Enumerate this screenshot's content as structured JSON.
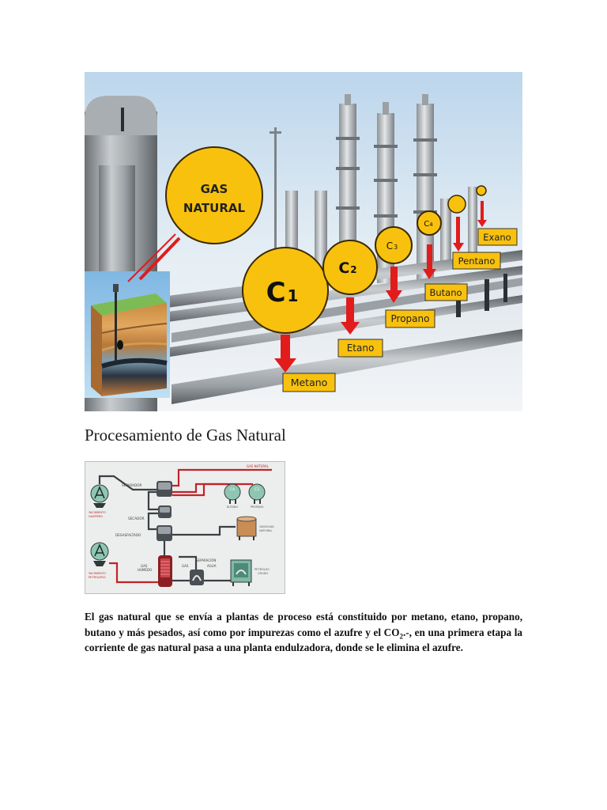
{
  "document": {
    "title": "Procesamiento de Gas Natural",
    "body_text_part1": "El gas natural que se envía a plantas de proceso está constituido por metano, etano, propano, butano y más pesados, así como por impurezas como el azufre y el CO",
    "body_text_sub": "2",
    "body_text_part2": ".-, en una primera etapa la corriente de gas natural pasa a una planta endulzadora, donde se le elimina el azufre."
  },
  "hero_figure": {
    "gas_label_line1": "GAS",
    "gas_label_line2": "NATURAL",
    "components": [
      {
        "symbol": "C",
        "sub": "1",
        "name": "Metano"
      },
      {
        "symbol": "C",
        "sub": "2",
        "name": "Etano"
      },
      {
        "symbol": "C",
        "sub": "3",
        "name": "Propano"
      },
      {
        "symbol": "C",
        "sub": "4",
        "name": "Butano"
      },
      {
        "symbol": "",
        "sub": "",
        "name": "Pentano"
      },
      {
        "symbol": "",
        "sub": "",
        "name": "Exano"
      }
    ],
    "colors": {
      "circle": "#f8c10e",
      "circle_stroke": "#3a2a05",
      "arrow": "#e21b1b",
      "label_box": "#f8c10e",
      "pointer": "#e21b1b"
    }
  },
  "process_diagram": {
    "labels": {
      "gas_natural": "GAS NATURAL",
      "separador": "SEPARADOR",
      "secador": "SECADOR",
      "desasfaltado": "DESASFALTADO",
      "separacion": "SEPARACIÓN",
      "gas": "GAS",
      "agua": "AGUA",
      "gas_humedo_1": "GAS",
      "gas_humedo_2": "HÚMEDO",
      "yacimiento_1a": "YACIMIENTO",
      "yacimiento_1b": "GASÍFERO",
      "yacimiento_2a": "YACIMIENTO",
      "yacimiento_2b": "PETROLERO",
      "butano": "BUTANO",
      "propano": "PROPANO",
      "gasolina_1": "GASOLINA",
      "gasolina_2": "NATURAL",
      "petroleo_1": "PETRÓLEO",
      "petroleo_2": "CRUDO",
      "c4": "C4",
      "c3": "C3"
    },
    "colors": {
      "pipe_red": "#c0242b",
      "pipe_dark": "#3b3f44",
      "tank_teal": "#7fb8a6"
    }
  }
}
